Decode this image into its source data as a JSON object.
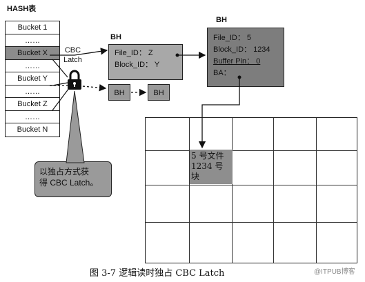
{
  "hash_table": {
    "title": "HASH表",
    "buckets": [
      "Bucket 1",
      "……",
      "Bucket X",
      "……",
      "Bucket Y",
      "……",
      "Bucket Z",
      "……",
      "Bucket N"
    ]
  },
  "latch": {
    "label_line1": "CBC",
    "label_line2": "Latch"
  },
  "bh_middle": {
    "label": "BH",
    "file_id": "File_ID：  Z",
    "block_id": "Block_ID：  Y"
  },
  "bh_small": {
    "left": "BH",
    "right": "BH"
  },
  "bh_big": {
    "label": "BH",
    "file_id": "File_ID：  5",
    "block_id": "Block_ID：  1234",
    "buffer_pin": "Buffer Pin：  0",
    "ba": "BA："
  },
  "block": {
    "line1": "5 号文件",
    "line2": "1234 号",
    "line3": "块"
  },
  "callout": {
    "line1": "以独占方式获",
    "line2": "得 CBC Latch。"
  },
  "caption": "图 3-7    逻辑读时独占 CBC Latch",
  "watermark": "@ITPUB博客"
}
